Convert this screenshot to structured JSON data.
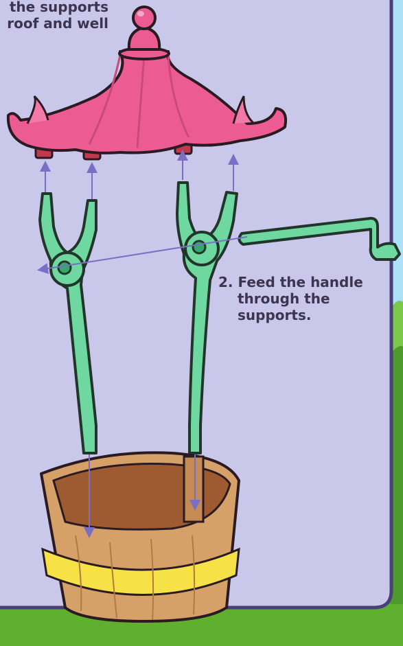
{
  "step1": {
    "lines": [
      "the supports",
      "roof and well"
    ]
  },
  "step2": {
    "lines": [
      "2. Feed the handle",
      "through the",
      "supports."
    ]
  },
  "parts": [
    "roof-icon",
    "left-support-icon",
    "right-support-icon",
    "handle-icon",
    "bucket-icon"
  ],
  "colors": {
    "panel": "#c9c7ea",
    "panel_border": "#4a3f78",
    "roof": "#ec5c93",
    "supports": "#6fd7a0",
    "bucket": "#d6a169",
    "band": "#f6e247",
    "arrow": "#7a6fc4",
    "grass": "#5fb02f",
    "sky": "#aee1f7"
  }
}
